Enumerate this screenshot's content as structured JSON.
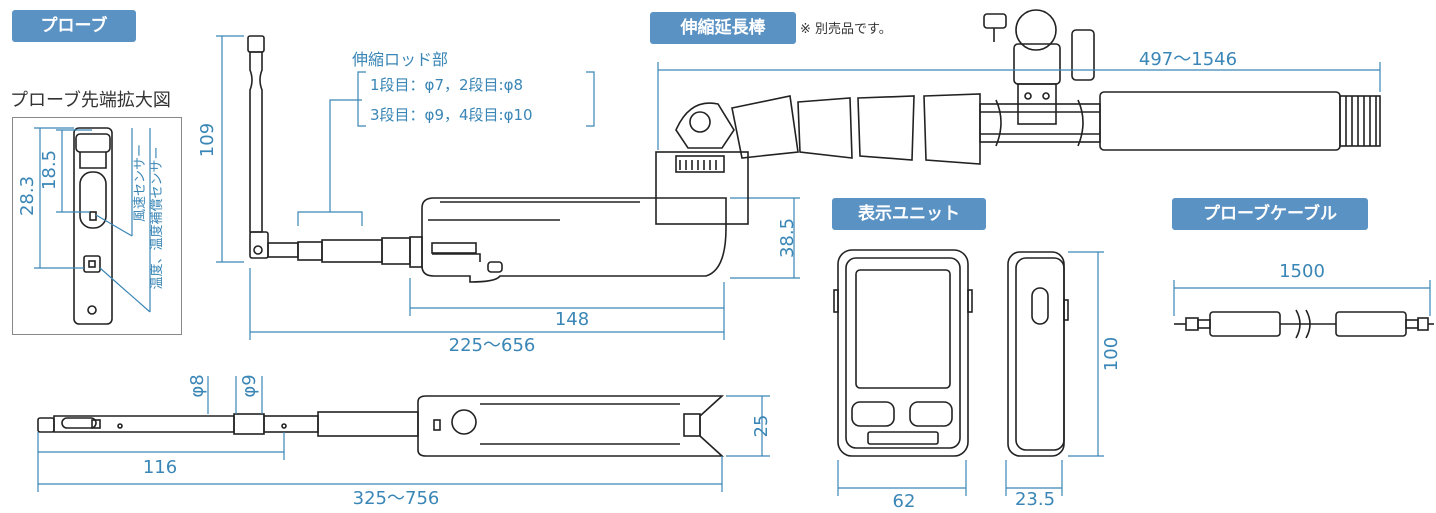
{
  "sections": {
    "probe": "プローブ",
    "extension_rod": "伸縮延長棒",
    "display_unit": "表示ユニット",
    "probe_cable": "プローブケーブル"
  },
  "extension_note": "※ 別売品です。",
  "probe_tip_title": "プローブ先端拡大図",
  "rod_parts": {
    "title": "伸縮ロッド部",
    "line1": "1段目：φ7，2段目:φ8",
    "line2": "3段目：φ9，4段目:φ10"
  },
  "sensor_labels": {
    "wind": "風速センサー",
    "temp": "温度、温度補償センサー"
  },
  "dimensions": {
    "tip_28_3": "28.3",
    "tip_18_5": "18.5",
    "probe_height_109": "109",
    "probe_body_148": "148",
    "probe_total_225_656": "225〜656",
    "probe_thickness_38_5": "38.5",
    "rod_length_497_1546": "497〜1546",
    "side_phi8": "φ8",
    "side_phi9": "φ9",
    "side_116": "116",
    "side_total_325_756": "325〜756",
    "side_width_25": "25",
    "unit_width_62": "62",
    "unit_height_100": "100",
    "unit_depth_23_5": "23.5",
    "cable_1500": "1500"
  },
  "colors": {
    "badge": "#5b92c4",
    "dimension": "#3a86b6",
    "outline": "#222222"
  }
}
